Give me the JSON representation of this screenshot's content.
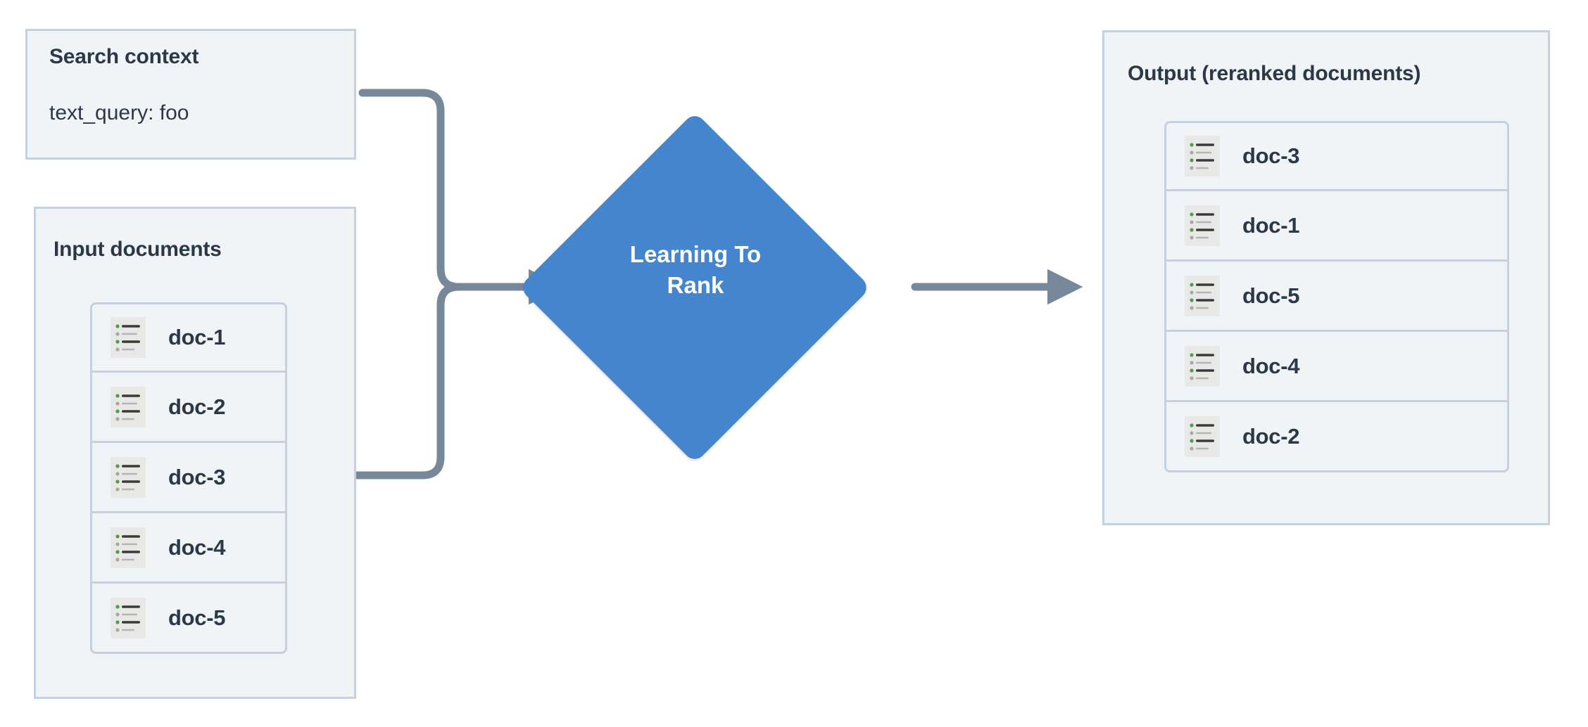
{
  "diagram": {
    "title": "Learning To Rank reranking flow",
    "colors": {
      "panel_fill": "#f1f4f7",
      "panel_border": "#c6d1de",
      "text": "#2b3847",
      "node_blue": "#4485ce",
      "connector_gray": "#78889b",
      "icon_bg": "#e8e8e6",
      "icon_bullet_green": "#4f9b4f",
      "icon_bullet_gray": "#a8a8a8",
      "icon_line_dark": "#3a3a3a",
      "icon_line_light": "#b5b5b5"
    }
  },
  "search_context": {
    "title": "Search context",
    "query_label": "text_query: foo"
  },
  "input_documents": {
    "title": "Input documents",
    "items": [
      {
        "label": "doc-1",
        "icon": "document-list-icon"
      },
      {
        "label": "doc-2",
        "icon": "document-list-icon"
      },
      {
        "label": "doc-3",
        "icon": "document-list-icon"
      },
      {
        "label": "doc-4",
        "icon": "document-list-icon"
      },
      {
        "label": "doc-5",
        "icon": "document-list-icon"
      }
    ]
  },
  "process_node": {
    "label": "Learning To\nRank",
    "shape": "diamond"
  },
  "output": {
    "title": "Output (reranked documents)",
    "items": [
      {
        "label": "doc-3",
        "icon": "document-list-icon"
      },
      {
        "label": "doc-1",
        "icon": "document-list-icon"
      },
      {
        "label": "doc-5",
        "icon": "document-list-icon"
      },
      {
        "label": "doc-4",
        "icon": "document-list-icon"
      },
      {
        "label": "doc-2",
        "icon": "document-list-icon"
      }
    ]
  },
  "connectors": [
    {
      "name": "search-context-to-ltr",
      "from": "search_context",
      "to": "process_node"
    },
    {
      "name": "input-documents-to-ltr",
      "from": "input_documents",
      "to": "process_node"
    },
    {
      "name": "ltr-to-output",
      "from": "process_node",
      "to": "output"
    }
  ]
}
